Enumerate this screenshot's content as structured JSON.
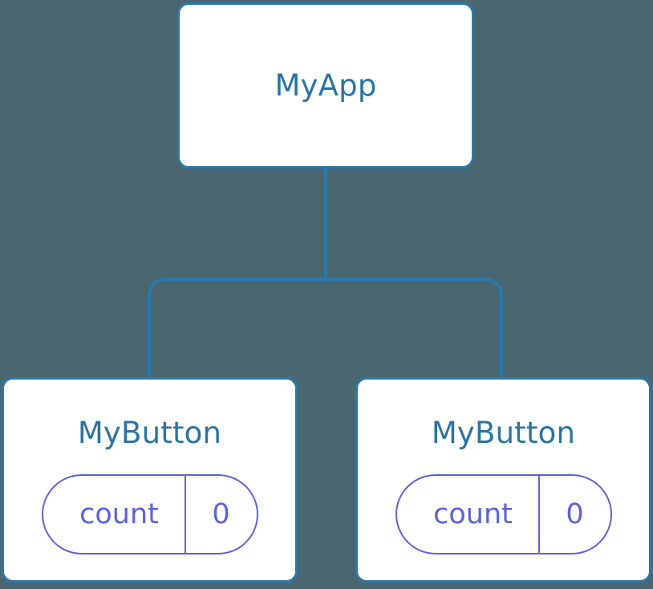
{
  "diagram": {
    "type": "component-tree",
    "background_color": "#4a6670",
    "node_border_color": "#2a79ad",
    "node_title_color": "#2b74a3",
    "pill_color": "#5c63d8",
    "edge_color": "#2a79ad",
    "root": {
      "title": "MyApp"
    },
    "children": [
      {
        "title": "MyButton",
        "state": {
          "key": "count",
          "value": "0"
        }
      },
      {
        "title": "MyButton",
        "state": {
          "key": "count",
          "value": "0"
        }
      }
    ]
  }
}
